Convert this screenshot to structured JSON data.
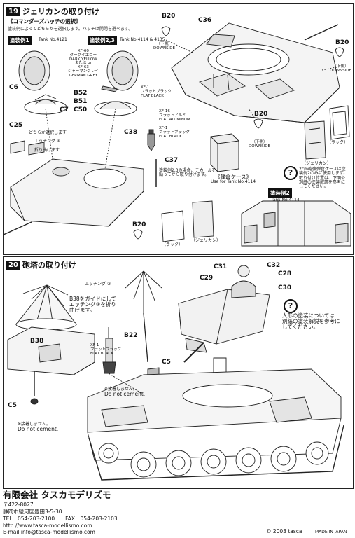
{
  "panel19": {
    "step_num": "19",
    "title": "ジェリカンの取り付け",
    "commander_title": "《コマンダーズハッチの選択》",
    "commander_desc": "塗装例によってどちらかを選択します。ハッチは開閉を選べます。",
    "scheme1_badge": "塗装例1",
    "scheme1_tank": "Tank No.4121",
    "scheme23_badge": "塗装例2,3",
    "scheme23_tank": "Tank No.4114 & 4135",
    "xf60_code": "XF-60",
    "xf60_jp": "ダークイエロー",
    "xf60_en": "DARK YELLOW",
    "or_text": "または or",
    "xf63_code": "XF-63",
    "xf63_jp": "ジャーマングレイ",
    "xf63_en": "GERMAN GREY",
    "xf1_code": "XF-1",
    "xf1_jp": "フラットブラック",
    "xf1_en": "FLAT BLACK",
    "xf16_code": "XF-16",
    "xf16_jp": "フラットアルミ",
    "xf16_en": "FLAT ALUMINUM",
    "xf1b_code": "XF-1",
    "xf1b_jp": "フラットブラック",
    "xf1b_en": "FLAT BLACK",
    "parts": {
      "b20a": "B20",
      "c36": "C36",
      "b20b": "B20",
      "b20c": "B20",
      "b20d": "B20",
      "c6": "C6",
      "c7": "C7",
      "b52": "B52",
      "b51": "B51",
      "c50": "C50",
      "c25": "C25",
      "c38": "C38",
      "c37": "C37"
    },
    "downside_jp_a": "（下側）",
    "downside_en_a": "DOWNSIDE",
    "downside_jp_b": "（下側）",
    "downside_en_b": "DOWNSIDE",
    "downside_jp_c": "（下側）",
    "downside_en_c": "DOWNSIDE",
    "choose_text": "どちらか選択します",
    "etching_text": "エッチング ④",
    "fold_text": "折り曲げます",
    "c37_note_1": "塗装例2,3の場合、テカールを",
    "c37_note_2": "貼ってから取り付けます。",
    "ammo_label": "《弾倉ケース》",
    "ammo_use": "Use for Tank No.4114",
    "rack_label_a": "（ラック）",
    "rack_label_b": "（ラック）",
    "jerrycan_label_a": "（ジェリカン）",
    "jerrycan_label_b": "（ジェリカン）",
    "q_note_1": "2cm砲弾弾倉ケースは塗",
    "q_note_2": "装例2のみに使用します。",
    "q_note_3": "取り付け位置は、下図や",
    "q_note_4": "別紙の塗装解説を参考に",
    "q_note_5": "してください。",
    "scheme2_badge": "塗装例2",
    "scheme2_tank": "Tank No.4114"
  },
  "panel20": {
    "step_num": "20",
    "title": "砲塔の取り付け",
    "etching3": "エッチング ③",
    "b38_note_1": "B38をガイドにして",
    "b38_note_2": "エッチング③を折り",
    "b38_note_3": "曲げます。",
    "b38": "B38",
    "b22": "B22",
    "c5a": "C5",
    "c5b": "C5",
    "c31": "C31",
    "c32": "C32",
    "c28": "C28",
    "c29": "C29",
    "c30": "C30",
    "xf1_code": "XF-1",
    "xf1_jp": "フラットブラック",
    "xf1_en": "FLAT BLACK",
    "nocement_jp_a": "※接着しません。",
    "nocement_en_a": "Do not cement.",
    "nocement_jp_b": "※接着しません。",
    "nocement_en_b": "Do not cement.",
    "figure_note_1": "人形の塗装については",
    "figure_note_2": "別紙の塗装解説を参考に",
    "figure_note_3": "してください。"
  },
  "footer": {
    "company": "有限会社 タスカモデリズモ",
    "postal": "〒422-8027",
    "address": "静岡市駿河区豊田3-5-30",
    "tel": "TEL　054-203-2100　　FAX　054-203-2103",
    "web": "http://www.tasca-modellismo.com",
    "email": "E-mail info@tasca-modellismo.com",
    "copyright": "© 2003 tasca",
    "made_in": "MADE IN JAPAN"
  }
}
